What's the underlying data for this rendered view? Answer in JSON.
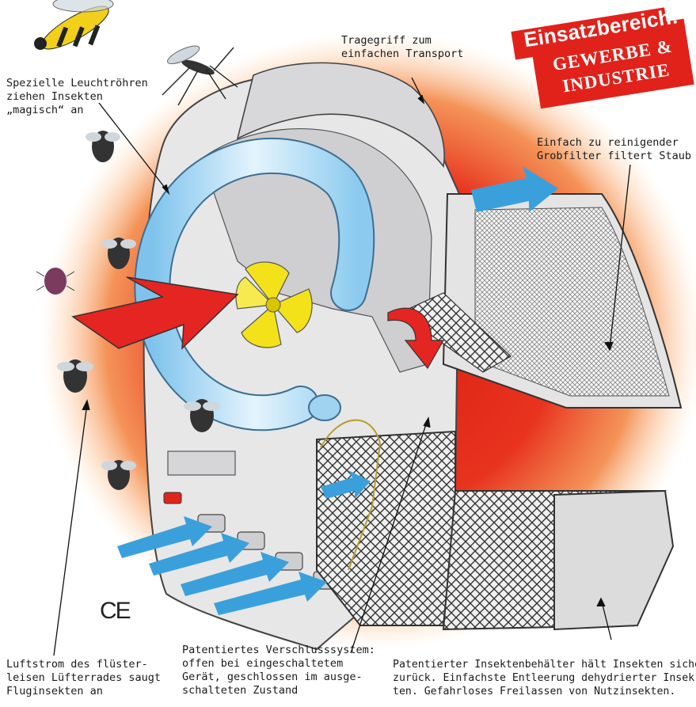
{
  "badge": {
    "line1": "Einsatzbereich:",
    "line2": "GEWERBE &",
    "line3": "INDUSTRIE"
  },
  "captions": {
    "handle": "Tragegriff zum\neinfachen Transport",
    "tubes": "Spezielle Leuchtröhren\nziehen Insekten\n„magisch“ an",
    "filter": "Einfach zu reinigender\nGrobfilter filtert Staub",
    "airflow": "Luftstrom des flüster-\nleisen Lüfterrades saugt\nFluginsekten an",
    "closure": "Patentiertes Verschlusssystem:\noffen bei eingeschaltetem\nGerät, geschlossen im ausge-\nschalteten Zustand",
    "container": "Patentierter Insektenbehälter hält Insekten sicher\nzurück. Einfachste Entleerung dehydrierter Insek-\nten. Gefahrloses Freilassen von Nutzinsekten."
  },
  "ce_mark": "CE",
  "colors": {
    "glow": "#e8331f",
    "tube": "#a9d8f3",
    "arrow_red": "#e52521",
    "arrow_blue": "#3aa0dc",
    "fan": "#f3e21a",
    "body": "#e9e9ea"
  },
  "icons": [
    "wasp-icon",
    "mosquito-icon",
    "fly-icon",
    "beetle-icon"
  ]
}
